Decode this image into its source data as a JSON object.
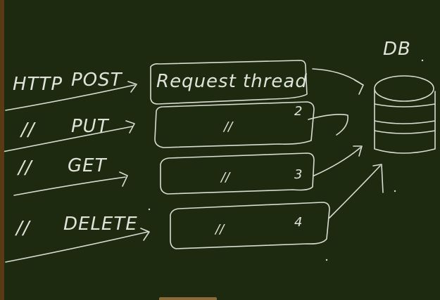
{
  "diagram": {
    "db_label": "DB",
    "request_rows": [
      {
        "prefix": "HTTP",
        "method": "POST",
        "thread_text": "Request thread",
        "thread_num": ""
      },
      {
        "prefix": "//",
        "method": "PUT",
        "thread_text": "//",
        "thread_num": "2"
      },
      {
        "prefix": "//",
        "method": "GET",
        "thread_text": "//",
        "thread_num": "3"
      },
      {
        "prefix": "//",
        "method": "DELETE",
        "thread_text": "//",
        "thread_num": "4"
      }
    ]
  },
  "colors": {
    "board": "#1d2a10",
    "frame": "#5a3a14",
    "chalk": "#d8dcd2"
  }
}
